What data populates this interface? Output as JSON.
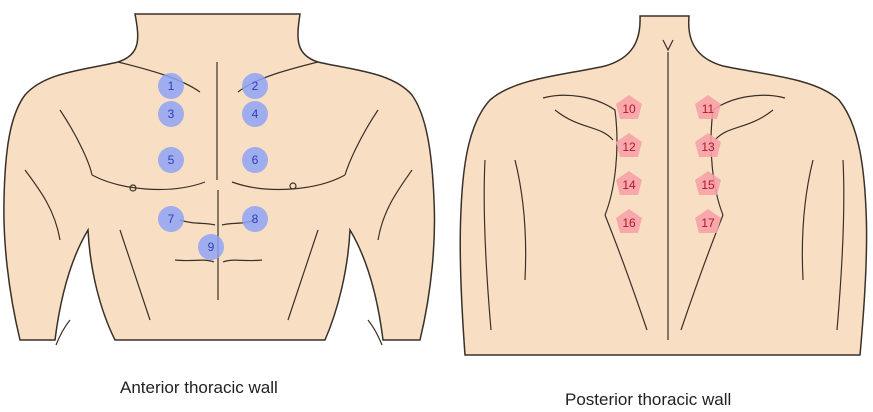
{
  "figure": {
    "anterior": {
      "caption": "Anterior thoracic wall",
      "point_color": "#8fa3f5",
      "label_color": "#2a3fb8",
      "points": [
        {
          "label": "1"
        },
        {
          "label": "2"
        },
        {
          "label": "3"
        },
        {
          "label": "4"
        },
        {
          "label": "5"
        },
        {
          "label": "6"
        },
        {
          "label": "7"
        },
        {
          "label": "8"
        },
        {
          "label": "9"
        }
      ]
    },
    "posterior": {
      "caption": "Posterior thoracic wall",
      "point_color": "#f7a1a8",
      "label_color": "#b01a28",
      "points": [
        {
          "label": "10"
        },
        {
          "label": "11"
        },
        {
          "label": "12"
        },
        {
          "label": "13"
        },
        {
          "label": "14"
        },
        {
          "label": "15"
        },
        {
          "label": "16"
        },
        {
          "label": "17"
        }
      ]
    },
    "skin_color": "#f8dfc4",
    "outline_color": "#3a3028"
  }
}
